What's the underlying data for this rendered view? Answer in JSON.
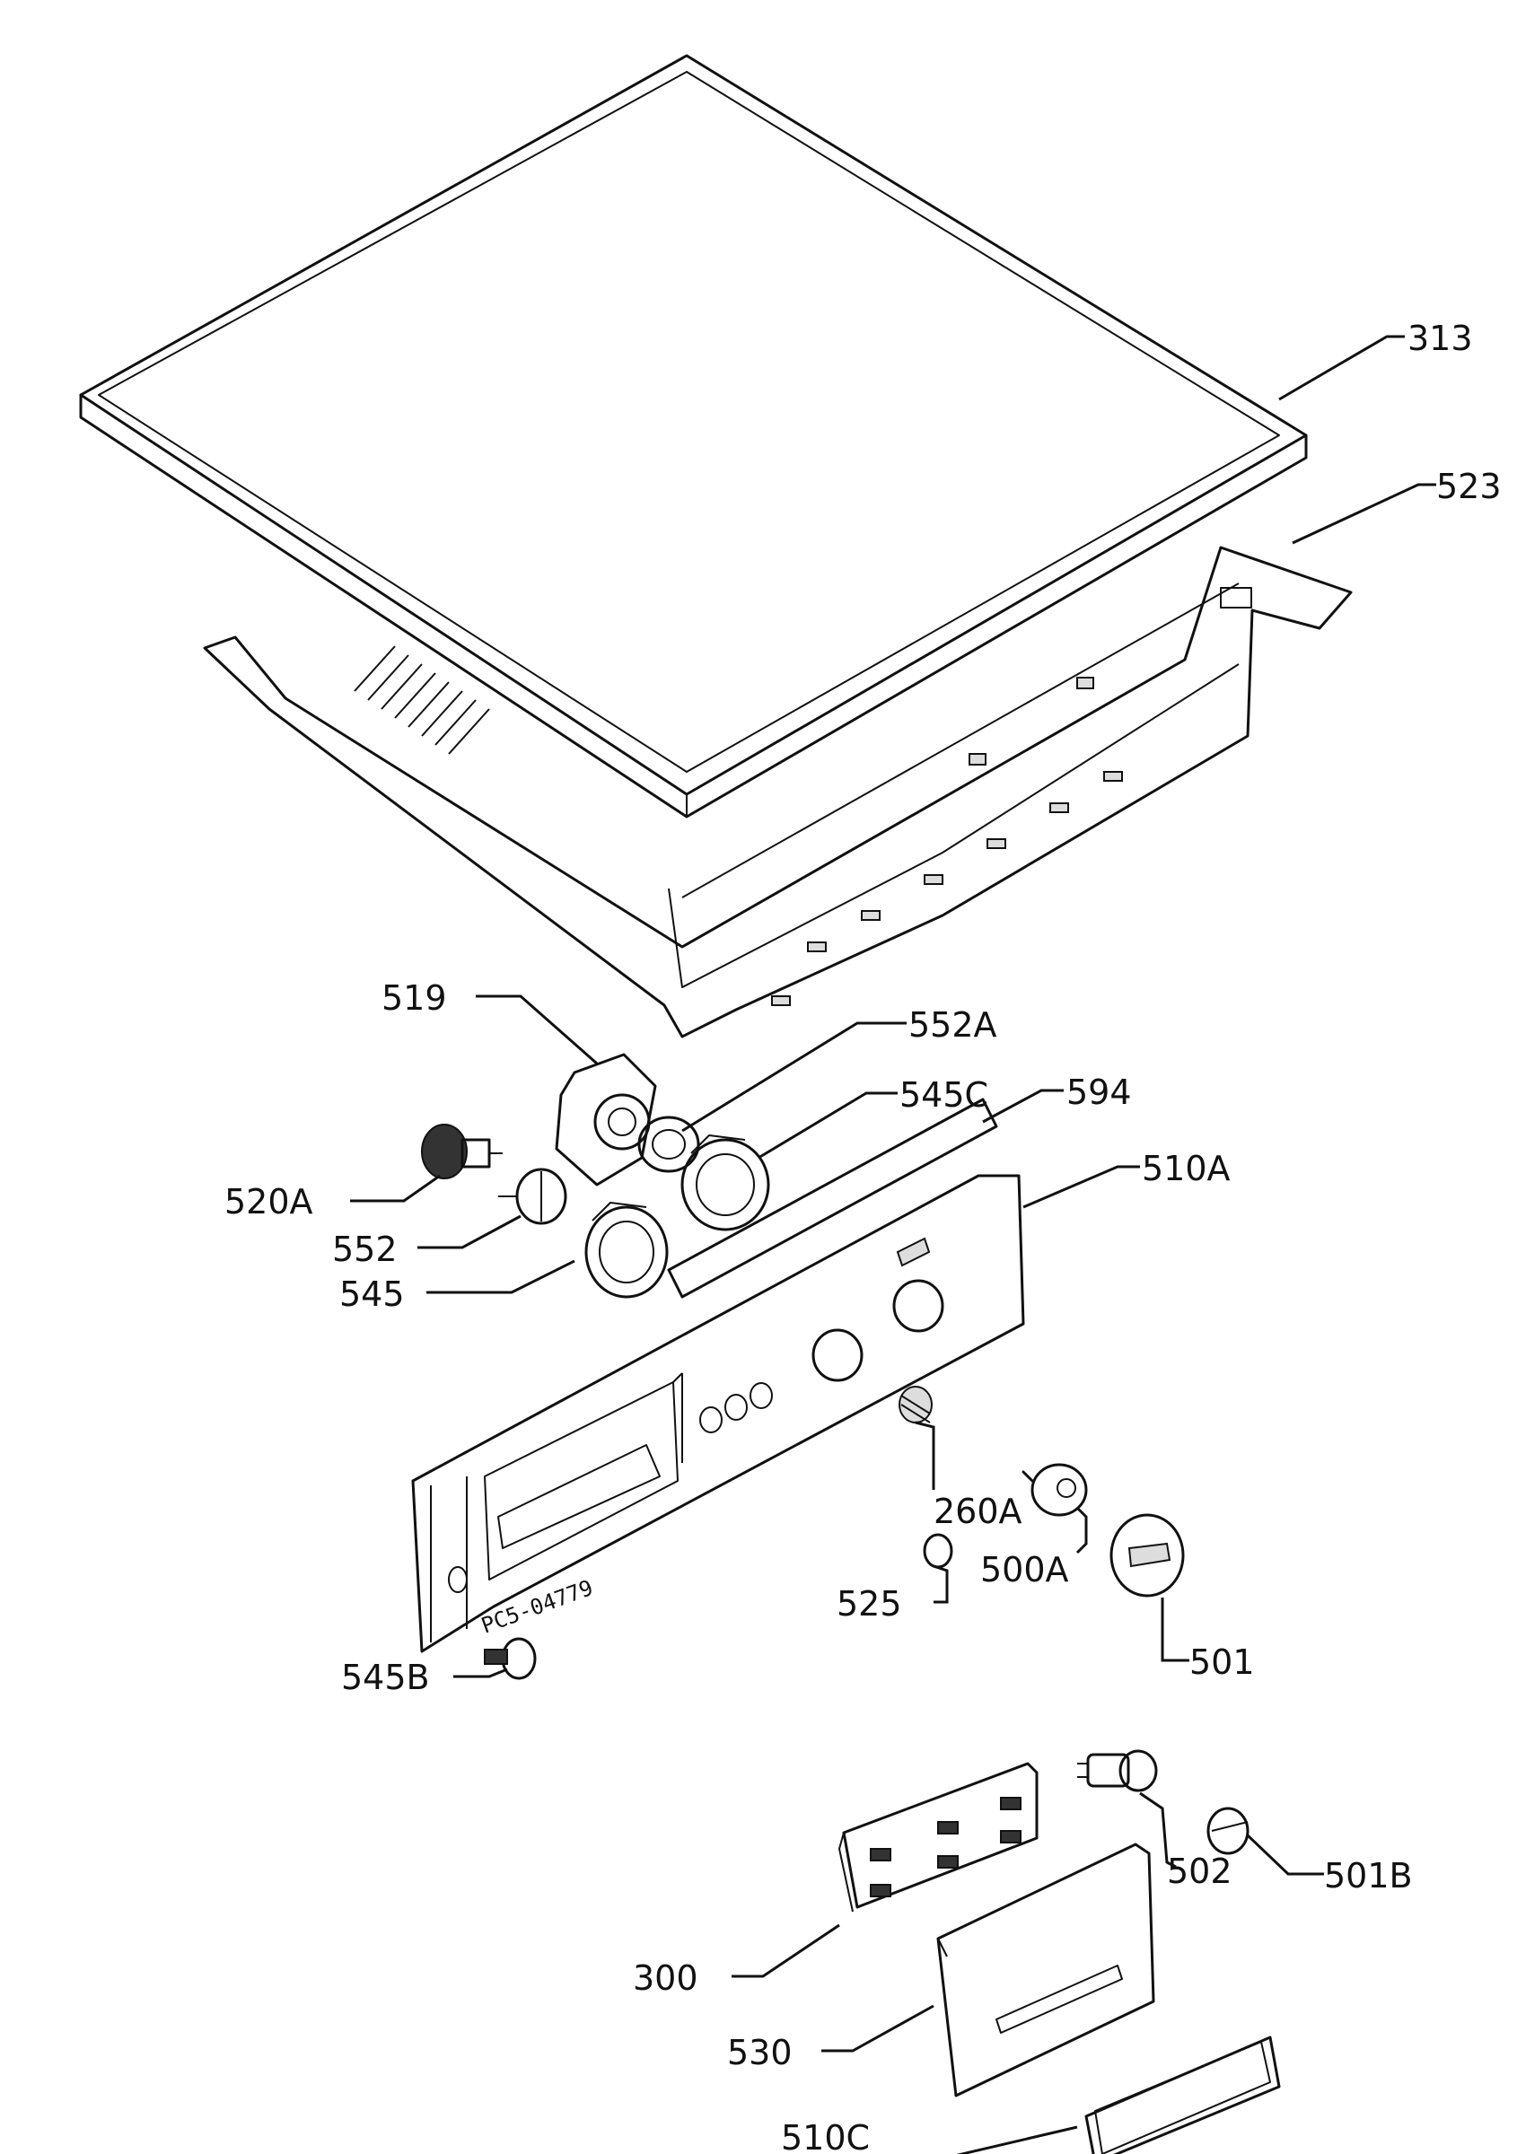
{
  "diagram": {
    "drawing_code": "PC5-04779",
    "labels": {
      "l313": "313",
      "l523": "523",
      "l519": "519",
      "l552a": "552A",
      "l545c": "545C",
      "l594": "594",
      "l510a": "510A",
      "l520a": "520A",
      "l552": "552",
      "l545": "545",
      "l260a": "260A",
      "l500a": "500A",
      "l525": "525",
      "l501": "501",
      "l545b": "545B",
      "l502": "502",
      "l501b": "501B",
      "l300": "300",
      "l530": "530",
      "l510c": "510C"
    }
  }
}
